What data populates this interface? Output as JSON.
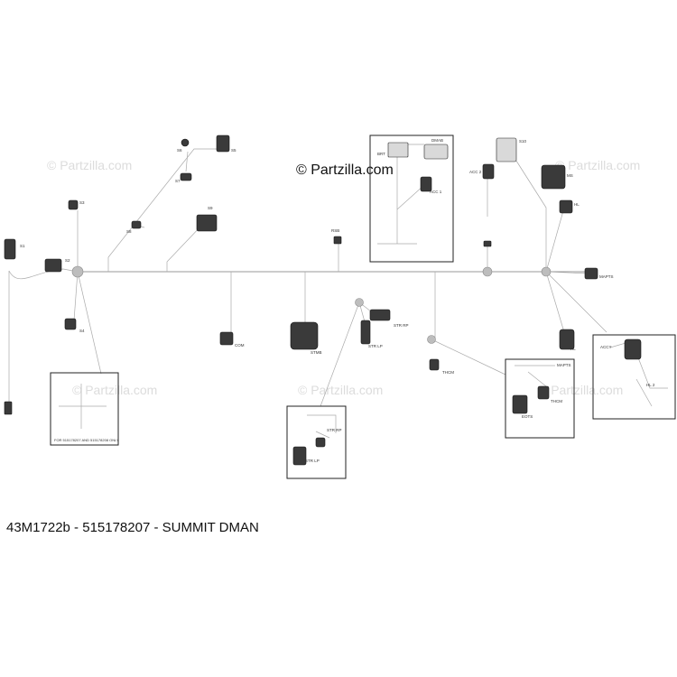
{
  "brand": "© Partzilla.com",
  "watermark": "© Partzilla.com",
  "caption": "43M1722b - 515178207 - SUMMIT DMAN",
  "labels": {
    "s1": "S1",
    "s2": "S2",
    "s3": "S3",
    "s4": "S4",
    "s5": "S5",
    "s6": "S6",
    "s7": "S7",
    "s8": "S8",
    "s9": "S9",
    "s10": "S10",
    "com": "COM",
    "stmb": "STMB",
    "rsb": "RSB",
    "str_rp": "STR RP",
    "str_lp": "STR LP",
    "str_lp2": "STR LP",
    "str_rp2": "STR RP",
    "dmab": "DMAB",
    "brt": "BRT",
    "acc": "ACC 1",
    "acc2": "ACC 2",
    "hl": "HL",
    "hl2": "HL",
    "hl3": "HL 2",
    "haps": "MAPTS",
    "haps2": "MAPTS",
    "thcm": "THCM",
    "thcm2": "THCM",
    "eots": "EOTS",
    "accy": "ACCY",
    "msta": "MS",
    "note": "FOR 515178207 AND 515178208 ONLY"
  }
}
